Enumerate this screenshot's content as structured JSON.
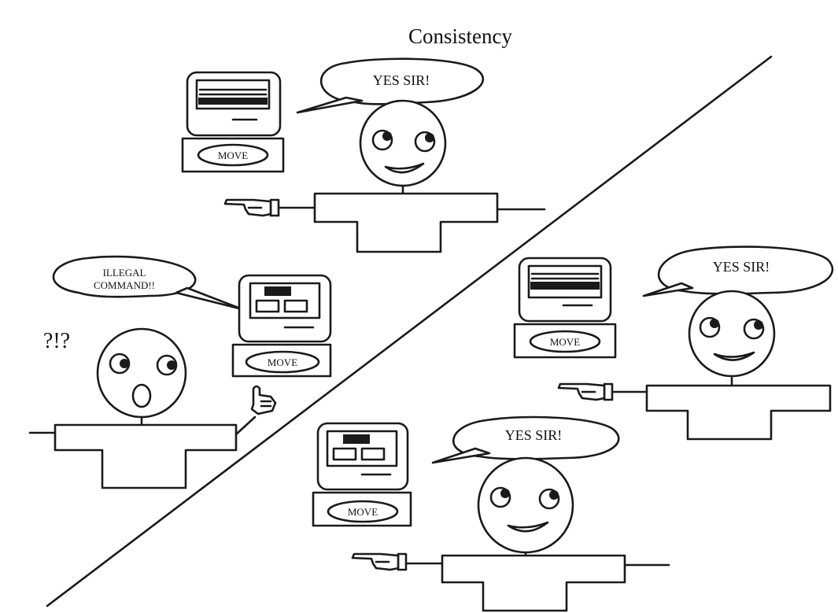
{
  "title": "Consistency",
  "colors": {
    "ink": "#1a1a1a",
    "paper": "#ffffff"
  },
  "panels": {
    "top_center": {
      "speech": "YES SIR!",
      "machine_button": "MOVE",
      "pointer": "pointing-hand-icon"
    },
    "left_middle": {
      "speech_line1": "ILLEGAL",
      "speech_line2": "COMMAND!!",
      "confusion_marks": "?!?",
      "machine_button": "MOVE",
      "pointer": "pointing-hand-up-icon"
    },
    "right_middle": {
      "speech": "YES SIR!",
      "machine_button": "MOVE",
      "pointer": "pointing-hand-icon"
    },
    "bottom_center": {
      "speech": "YES SIR!",
      "machine_button": "MOVE",
      "pointer": "pointing-hand-icon"
    }
  }
}
